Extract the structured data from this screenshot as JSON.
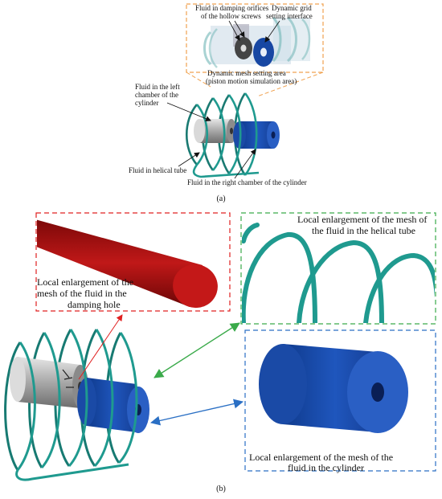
{
  "part_a": {
    "label": "(a)",
    "inset_labels": {
      "damping_orifices": [
        "Fluid in damping orifices",
        "of the hollow screws"
      ],
      "dynamic_grid": [
        "Dynamic grid",
        "setting interface"
      ],
      "dynamic_mesh_area": [
        "Dynamic mesh setting area",
        "(piston motion simulation area)"
      ]
    },
    "labels": {
      "left_chamber": [
        "Fluid in the left",
        "chamber of the",
        "cylinder"
      ],
      "helical_tube": "Fluid in helical tube",
      "right_chamber": "Fluid in the right chamber of the cylinder"
    }
  },
  "part_b": {
    "label": "(b)",
    "panels": {
      "damping_hole": [
        "Local enlargement of the",
        "mesh of the fluid in the",
        "damping hole"
      ],
      "helical_tube": [
        "Local enlargement of the mesh of",
        "the fluid in the helical tube"
      ],
      "cylinder": [
        "Local enlargement of the mesh of the",
        "fluid in the cylinder"
      ]
    }
  },
  "colors": {
    "teal_tube": "#1f8f86",
    "blue_cylinder": "#1747a3",
    "red_fluid": "#a01212",
    "gray_chamber": "#9a9a9a",
    "orange_dash": "#f0a250",
    "red_dash": "#e02020",
    "green_dash": "#3aaa4a",
    "blue_dash": "#2a6fc4"
  },
  "icons": [
    "helix-coil-icon",
    "cylinder-icon",
    "arrow-icon"
  ]
}
